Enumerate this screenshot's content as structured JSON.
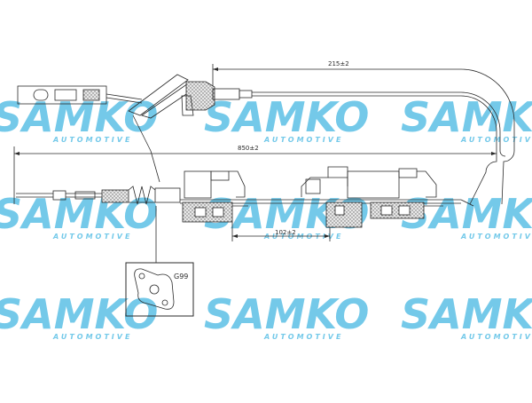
{
  "dimensions": {
    "top_length": "215±2",
    "overall_length": "850±2",
    "segment_length": "102±2"
  },
  "part_code": "G99",
  "watermark": {
    "brand": "SAMKO",
    "tagline": "AUTOMOTIVE",
    "color": "#5bc0e6"
  },
  "colors": {
    "line": "#2a2a2a",
    "hatch": "#7a7a7a"
  }
}
